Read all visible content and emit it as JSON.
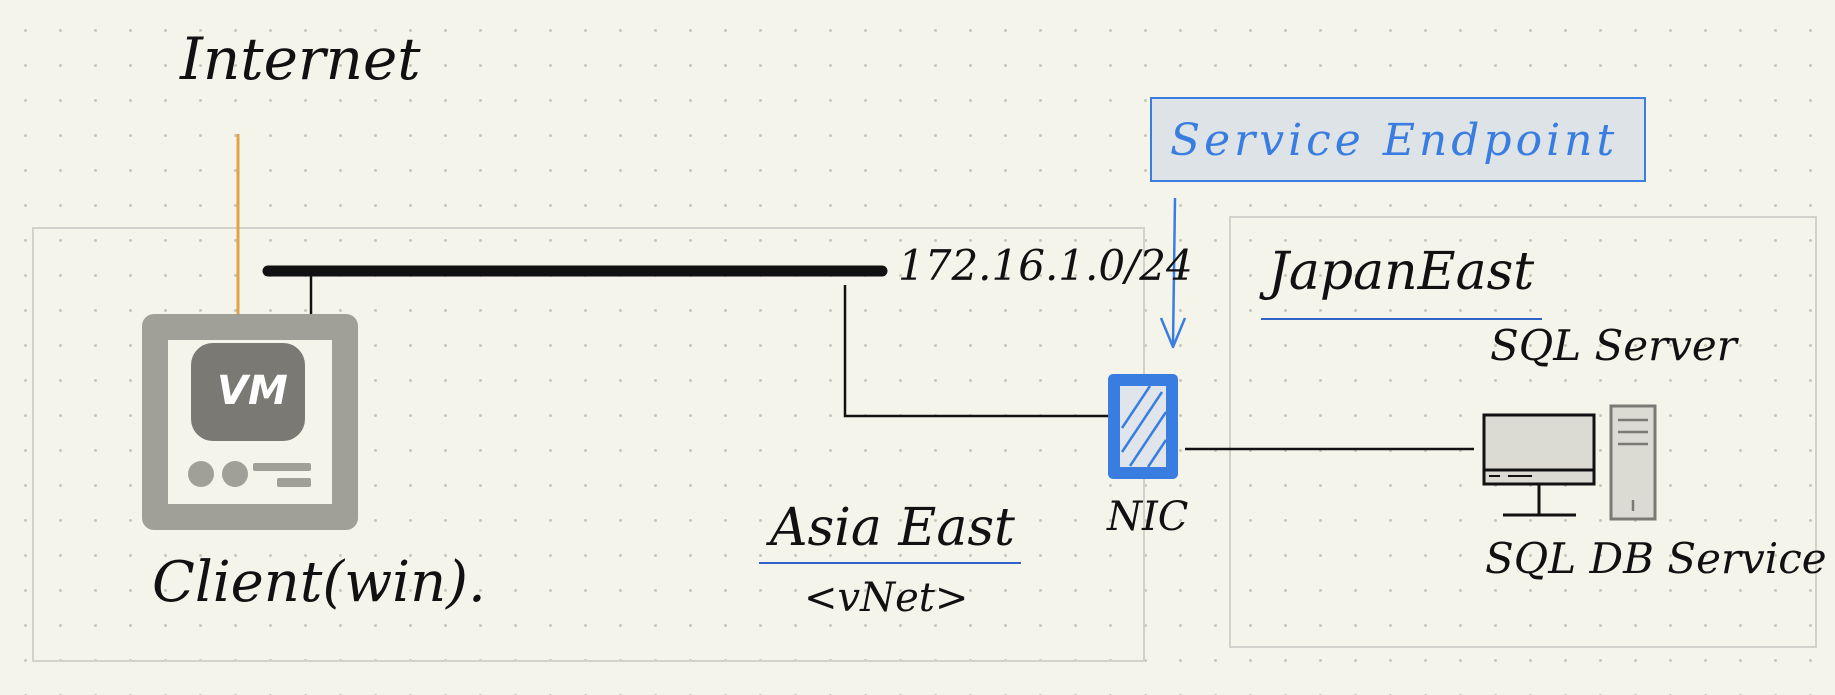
{
  "labels": {
    "internet": "Internet",
    "client": "Client(win).",
    "vm_badge": "VM",
    "subnet": "172.16.1.0/24",
    "region_asia": "Asia East",
    "vnet": "<vNet>",
    "nic": "NIC",
    "service_endpoint": "Service Endpoint",
    "region_japan": "JapanEast",
    "sql_server": "SQL Server",
    "sql_db_service": "SQL DB Service"
  },
  "colors": {
    "internet_line": "#e0a24a",
    "accent_blue": "#3a7de0",
    "underline_blue": "#2f63c7",
    "vm_gray": "#a09f98",
    "vm_dark": "#7a7974"
  },
  "icons": {
    "client": "vm-icon",
    "nic": "nic-icon",
    "sql_server": "server-computer-icon"
  }
}
